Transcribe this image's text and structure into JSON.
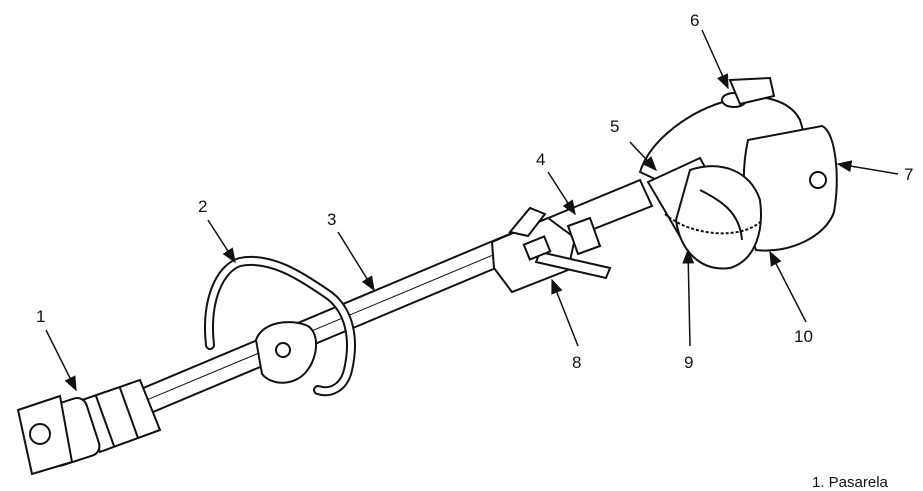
{
  "diagram": {
    "callouts": [
      {
        "id": "1",
        "label": "1"
      },
      {
        "id": "2",
        "label": "2"
      },
      {
        "id": "3",
        "label": "3"
      },
      {
        "id": "4",
        "label": "4"
      },
      {
        "id": "5",
        "label": "5"
      },
      {
        "id": "6",
        "label": "6"
      },
      {
        "id": "7",
        "label": "7"
      },
      {
        "id": "8",
        "label": "8"
      },
      {
        "id": "9",
        "label": "9"
      },
      {
        "id": "10",
        "label": "10"
      }
    ],
    "caption_partial": "1. Pasarela"
  }
}
